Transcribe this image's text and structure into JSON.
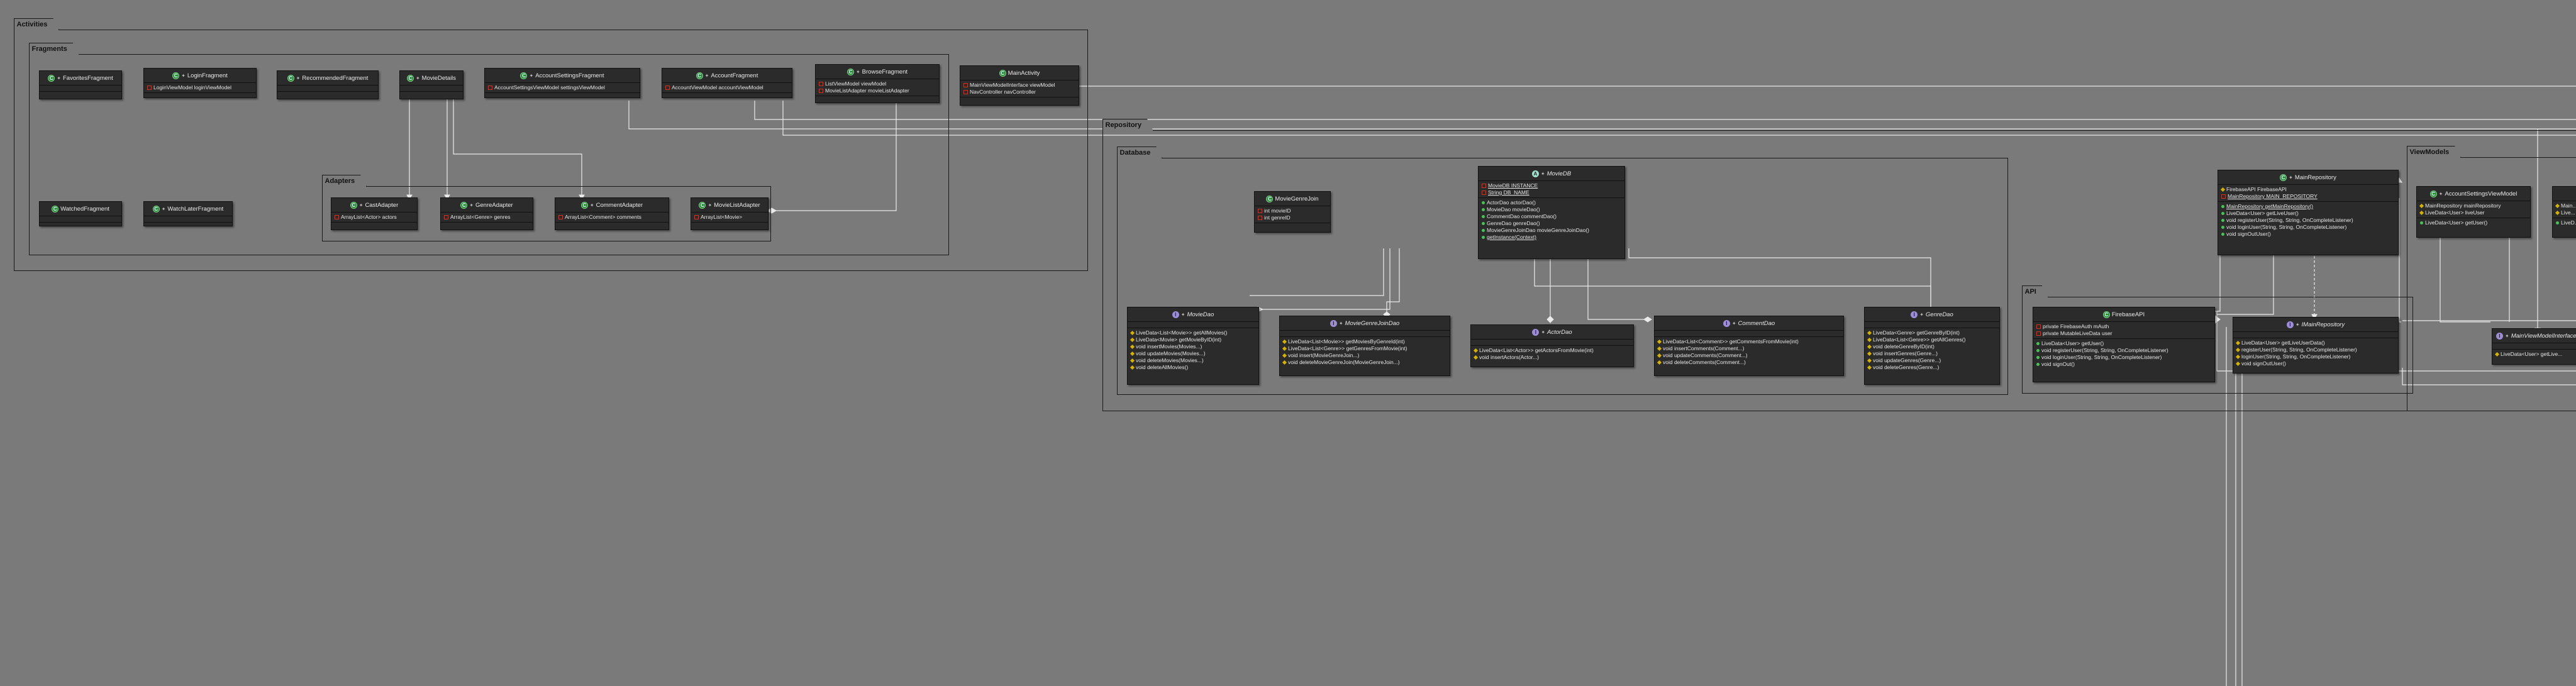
{
  "packages": {
    "activities": "Activities",
    "fragments": "Fragments",
    "adapters": "Adapters",
    "repository": "Repository",
    "database": "Database",
    "api": "API",
    "viewmodels": "ViewModels"
  },
  "classes": {
    "favorites": {
      "name": "FavoritesFragment",
      "badge": "C"
    },
    "login": {
      "name": "LoginFragment",
      "badge": "C",
      "fields": [
        "LoginViewModel loginViewModel"
      ]
    },
    "recommended": {
      "name": "RecommendedFragment",
      "badge": "C"
    },
    "moviedetails": {
      "name": "MovieDetails",
      "badge": "C"
    },
    "accountsettingsfragment": {
      "name": "AccountSettingsFragment",
      "badge": "C",
      "fields": [
        "AccountSettingsViewModel settingsViewModel"
      ]
    },
    "accountfragment": {
      "name": "AccountFragment",
      "badge": "C",
      "fields": [
        "AccountViewModel accountViewModel"
      ]
    },
    "browsefragment": {
      "name": "BrowseFragment",
      "badge": "C",
      "fields": [
        "ListViewModel viewModel",
        "MovieListAdapter movieListAdapter"
      ]
    },
    "mainactivity": {
      "name": "MainActivity",
      "badge": "C",
      "fields": [
        "MainViewModelInterface viewModel",
        "NavController navController"
      ]
    },
    "watched": {
      "name": "WatchedFragment",
      "badge": "C"
    },
    "watchlater": {
      "name": "WatchLaterFragment",
      "badge": "C"
    },
    "castadapter": {
      "name": "CastAdapter",
      "badge": "C",
      "fields": [
        "ArrayList<Actor> actors"
      ]
    },
    "genreadapter": {
      "name": "GenreAdapter",
      "badge": "C",
      "fields": [
        "ArrayList<Genre> genres"
      ]
    },
    "commentadapter": {
      "name": "CommentAdapter",
      "badge": "C",
      "fields": [
        "ArrayList<Comment> comments"
      ]
    },
    "movielistadapter": {
      "name": "MovieListAdapter",
      "badge": "C",
      "fields": [
        "ArrayList<Movie>"
      ]
    },
    "moviegenrejoin": {
      "name": "MovieGenreJoin",
      "badge": "C",
      "fields": [
        "int movieID",
        "int genreID"
      ]
    },
    "moviedb": {
      "name": "MovieDB",
      "badge": "A",
      "fields": [
        "MovieDB INSTANCE",
        "String DB_NAME"
      ],
      "methods": [
        "ActorDao actorDao()",
        "MovieDao movieDao()",
        "CommentDao commentDao()",
        "GenreDao genreDao()",
        "MovieGenreJoinDao movieGenreJoinDao()",
        "getInstance(Context)"
      ]
    },
    "moviedao": {
      "name": "MovieDao",
      "badge": "I",
      "methods": [
        "LiveData<List<Movie>> getAllMovies()",
        "LiveData<Movie> getMovieByID(int)",
        "void insertMovies(Movies...)",
        "void updateMovies(Movies...)",
        "void deleteMovies(Movies...)",
        "void deleteAllMovies()"
      ]
    },
    "moviegenrejoindao": {
      "name": "MovieGenreJoinDao",
      "badge": "I",
      "methods": [
        "LiveData<List<Movie>> getMoviesByGenreId(int)",
        "LiveData<List<Genre>> getGenresFromMovie(int)",
        "void insert(MovieGenreJoin...)",
        "void deleteMovieGenreJoin(MovieGenreJoin...)"
      ]
    },
    "actordao": {
      "name": "ActorDao",
      "badge": "I",
      "methods": [
        "LiveData<List<Actor>> getActorsFromMovie(int)",
        "void insertActors(Actor...)"
      ]
    },
    "commentdao": {
      "name": "CommentDao",
      "badge": "I",
      "methods": [
        "LiveData<List<Comment>> getCommentsFromMovie(int)",
        "void insertComments(Comment...)",
        "void updateComments(Comment...)",
        "void deleteComments(Comment...)"
      ]
    },
    "genredao": {
      "name": "GenreDao",
      "badge": "I",
      "methods": [
        "LiveData<Genre> getGenreByID(int)",
        "LiveData<List<Genre>> getAllGenres()",
        "void deleteGenreByID(int)",
        "void insertGenres(Genre...)",
        "void updateGenres(Genre...)",
        "void deleteGenres(Genre...)"
      ]
    },
    "firebaseapi": {
      "name": "FirebaseAPI",
      "badge": "C",
      "fields": [
        "private FirebaseAuth mAuth",
        "private MutableLiveData user"
      ],
      "methods": [
        "LiveData<User> getUser()",
        "void registerUser(String, String, OnCompleteListener)",
        "void loginUser(String, String, OnCompleteListener)",
        "void signOut()"
      ]
    },
    "mainrepository": {
      "name": "MainRepository",
      "badge": "C",
      "fields": [
        "FirebaseAPI FirebaseAPI",
        "MainRepository MAIN_REPOSITORY"
      ],
      "methods": [
        "MainRepository getMainRepository()",
        "LiveData<User> getLiveUser()",
        "void registerUser(String, String, OnCompleteListener)",
        "void loginUser(String, String, OnCompleteListener)",
        "void signOutUser()"
      ]
    },
    "imainrepository": {
      "name": "IMainRepository",
      "badge": "I",
      "methods": [
        "LiveData<User> getLiveUserData()",
        "registerUser(String, String, OnCompleteListener)",
        "loginUser(String, String, OnCompleteListener)",
        "void signOutUser()"
      ]
    },
    "accountsettingsviewmodel": {
      "name": "AccountSettingsViewModel",
      "badge": "C",
      "fields": [
        "MainRepository mainRepository",
        "LiveData<User> liveUser"
      ],
      "methods": [
        "LiveData<User> getUser()"
      ]
    },
    "mainviewmodelinterface": {
      "name": "MainViewModelInterface",
      "badge": "I",
      "methods": [
        "LiveData<User> getLive..."
      ]
    },
    "vm_cut": {
      "name": "",
      "fields": [
        "Main...",
        "Live..."
      ],
      "methods": [
        "LiveD..."
      ]
    }
  }
}
